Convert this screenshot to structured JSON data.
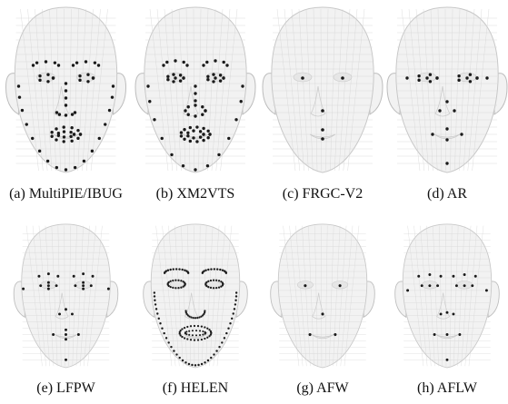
{
  "figure": {
    "panels": [
      {
        "key": "a",
        "caption": "(a) MultiPIE/IBUG",
        "scheme": "full68"
      },
      {
        "key": "b",
        "caption": "(b) XM2VTS",
        "scheme": "xm2vts"
      },
      {
        "key": "c",
        "caption": "(c) FRGC-V2",
        "scheme": "sparse5"
      },
      {
        "key": "d",
        "caption": "(d) AR",
        "scheme": "ar"
      },
      {
        "key": "e",
        "caption": "(e) LFPW",
        "scheme": "lfpw"
      },
      {
        "key": "f",
        "caption": "(f) HELEN",
        "scheme": "helen"
      },
      {
        "key": "g",
        "caption": "(g) AFW",
        "scheme": "sparse6"
      },
      {
        "key": "h",
        "caption": "(h) AFLW",
        "scheme": "aflw"
      }
    ]
  },
  "colors": {
    "face_fill": "#f2f2f2",
    "mesh": "#d4d4d4",
    "landmark": "#1a1a1a"
  }
}
